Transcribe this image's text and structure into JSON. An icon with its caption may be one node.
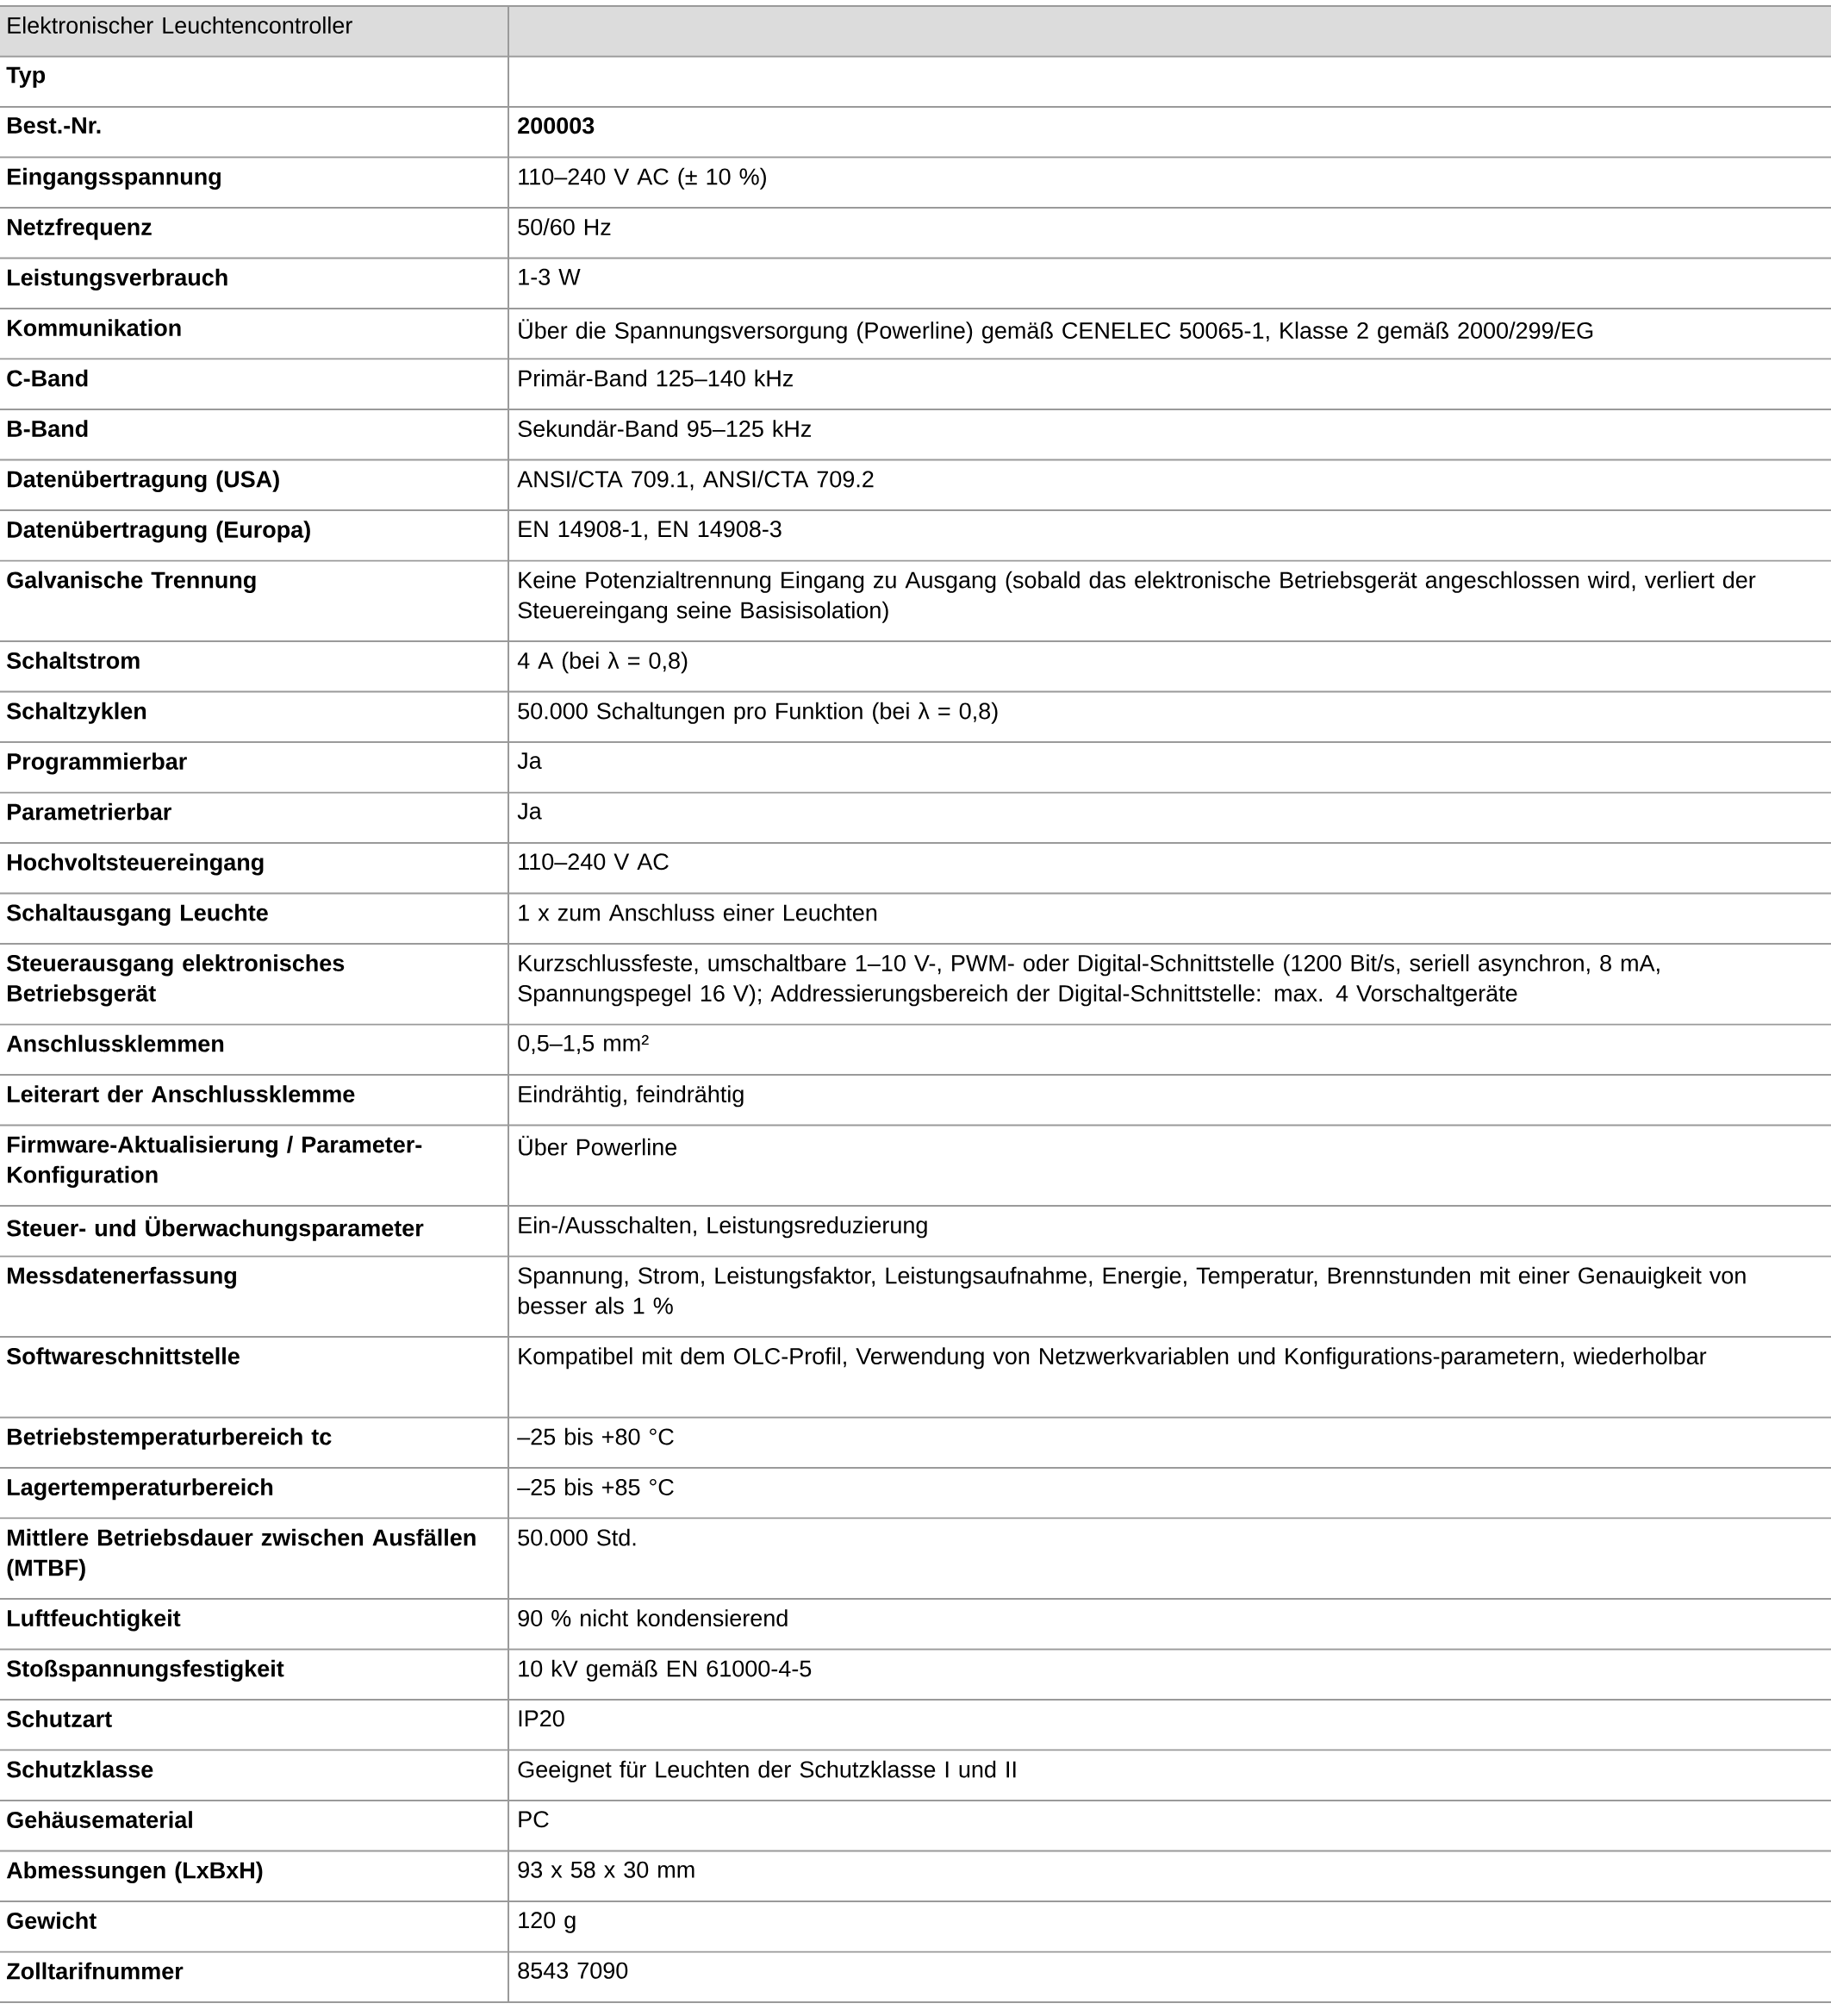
{
  "diagram": {
    "labels": [
      "Elektronischer Leuchtencontroller",
      "Typ",
      "Best.-Nr.",
      "200003",
      "Eingangsspannung",
      "110–240 V AC (± 10 %)",
      "Netzfrequenz",
      "50/60 Hz",
      "Leistungsverbrauch",
      "1-3 W",
      "Kommunikation",
      "Über die Spannungsversorgung (Powerline) gemäß CENELEC 50065-1, Klasse 2 gemäß 2000/299/EG",
      "C-Band",
      "Primär-Band 125–140 kHz",
      "B-Band",
      "Sekundär-Band 95–125 kHz",
      "Datenübertragung (USA)",
      "ANSI/CTA 709.1, ANSI/CTA 709.2",
      "Datenübertragung (Europa)",
      "EN 14908-1, EN 14908-3",
      "Galvanische Trennung",
      "Keine Potenzialtrennung Eingang zu Ausgang (sobald das elektronische Betriebsgerät angeschlossen wird, verliert der Steuereingang seine Basisisolation)",
      "Schaltstrom",
      "4 A (bei λ = 0,8)",
      "Schaltzyklen",
      "50.000 Schaltungen pro Funktion (bei λ = 0,8)",
      "Programmierbar",
      "Ja",
      "Parametrierbar",
      "Ja",
      "Hochvoltsteuereingang",
      "110–240 V AC",
      "Schaltausgang Leuchte",
      "1 x zum Anschluss einer Leuchten",
      "Steuerausgang elektronisches Betriebsgerät",
      "Kurzschlussfeste, umschaltbare 1–10 V-, PWM- oder Digital-Schnittstelle (1200 Bit/s, seriell asynchron, 8 mA, Spannungspegel 16 V); Addressierungsbereich der Digital-Schnittstelle: max. 4 Vorschaltgeräte",
      "Anschlussklemmen",
      "0,5–1,5 mm²",
      "Leiterart der Anschlussklemme",
      "Eindrähtig, feindrähtig",
      "Firmware-Aktualisierung / Parameter-Konfiguration",
      "Über Powerline",
      "Steuer- und Überwachungsparameter",
      "Ein-/Ausschalten, Leistungsreduzierung",
      "Messdatenerfassung",
      "Spannung, Strom, Leistungsfaktor, Leistungsaufnahme, Energie, Temperatur, Brennstunden mit einer Genauigkeit von besser als 1 %",
      "Softwareschnittstelle",
      "Kompatibel mit dem OLC-Profil, Verwendung von Netzwerkvariablen und Konfigurations-parametern, wiederholbar",
      "Betriebstemperaturbereich tc",
      "–25 bis +80 °C",
      "Lagertemperaturbereich",
      "–25 bis +85 °C",
      "Mittlere Betriebsdauer zwischen Ausfällen (MTBF)",
      "50.000 Std.",
      "Luftfeuchtigkeit",
      "90 % nicht kondensierend",
      "Stoßspannungsfestigkeit",
      "10 kV gemäß EN 61000-4-5",
      "Schutzart",
      "IP20",
      "Schutzklasse",
      "Geeignet für Leuchten der Schutzklasse I und II",
      "Gehäusematerial",
      "PC",
      "Abmessungen (LxBxH)",
      "93 x 58 x 30 mm",
      "Gewicht",
      "120 g",
      "Zolltarifnummer",
      "8543 7090"
    ]
  }
}
